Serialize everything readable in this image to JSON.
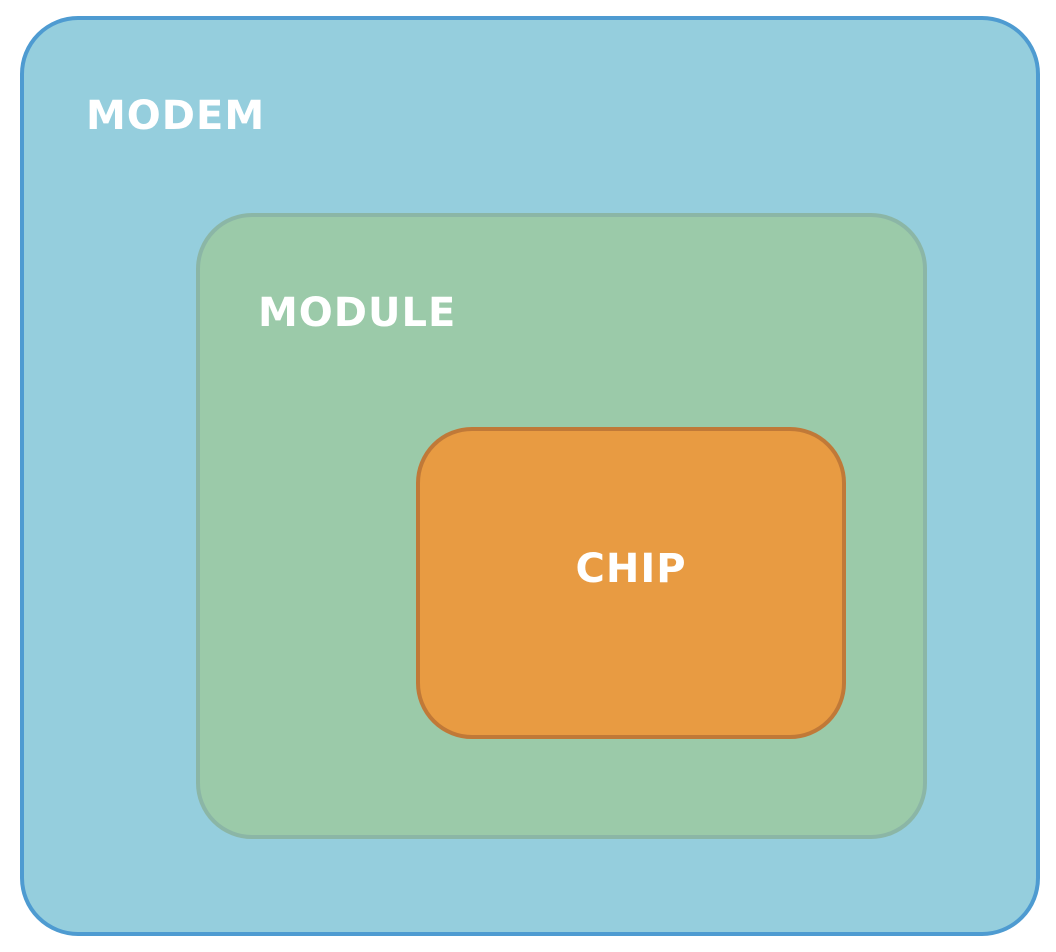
{
  "diagram": {
    "outer": {
      "label": "MODEM",
      "fill_color": "#95cedd",
      "border_color": "#4e9bd1"
    },
    "middle": {
      "label": "MODULE",
      "fill_color": "#9bcaa9",
      "border_color": "#8bb6a6"
    },
    "inner": {
      "label": "CHIP",
      "fill_color": "#e89b42",
      "border_color": "#c07938"
    }
  }
}
